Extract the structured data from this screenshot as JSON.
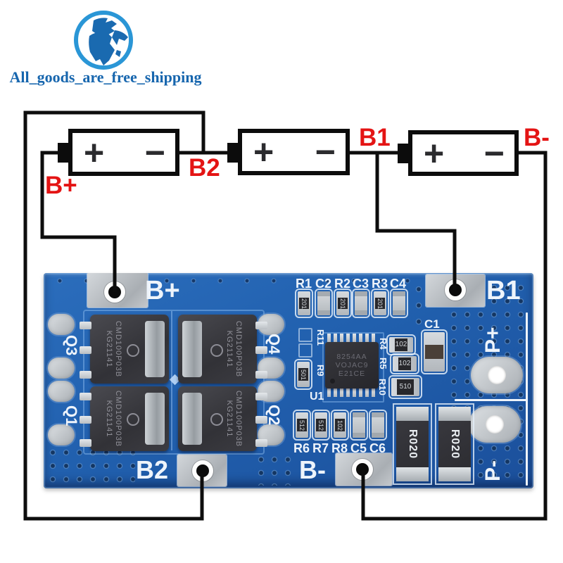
{
  "logo": {
    "icon": "globe-icon",
    "text": "All_goods_are_free_shipping",
    "text_color": "#1766ae",
    "globe_ring_color": "#2a96d6",
    "continent_color": "#1a6ab0"
  },
  "diagram": {
    "wire_color": "#0d0d0d",
    "label_color": "#e41414",
    "batteries": [
      {
        "name": "battery-1",
        "plus": "+",
        "minus": "−"
      },
      {
        "name": "battery-2",
        "plus": "+",
        "minus": "−"
      },
      {
        "name": "battery-3",
        "plus": "+",
        "minus": "−"
      }
    ],
    "node_labels": {
      "b_plus": "B+",
      "b2": "B2",
      "b1": "B1",
      "b_minus": "B-"
    }
  },
  "pcb": {
    "base_color": "#2160ae",
    "silkscreen_color": "#eef4fb",
    "pad_color": "#b9bec3",
    "pad_labels": {
      "b_plus": "B+",
      "b1": "B1",
      "b2": "B2",
      "b_minus": "B-",
      "p_plus": "P+",
      "p_minus": "P-"
    },
    "mosfets": [
      {
        "ref": "Q3",
        "part": "CMD100P03B",
        "lot": "KG21141",
        "logo": "mos"
      },
      {
        "ref": "Q4",
        "part": "CMD100P03B",
        "lot": "KG21141",
        "logo": "mos"
      },
      {
        "ref": "Q1",
        "part": "CMD100P03B",
        "lot": "KG21141",
        "logo": "mos"
      },
      {
        "ref": "Q2",
        "part": "CMD100P03B",
        "lot": "KG21141",
        "logo": "mos"
      }
    ],
    "ic": {
      "ref": "U1",
      "marking": [
        "8254AA",
        "VOJAC9",
        "E21CE"
      ]
    },
    "top_row": [
      {
        "ref": "R1",
        "marking": "201"
      },
      {
        "ref": "C2",
        "marking": ""
      },
      {
        "ref": "R2",
        "marking": "201"
      },
      {
        "ref": "C3",
        "marking": ""
      },
      {
        "ref": "R3",
        "marking": "201"
      },
      {
        "ref": "C4",
        "marking": ""
      }
    ],
    "bottom_row": [
      {
        "ref": "R6",
        "marking": "512"
      },
      {
        "ref": "R7",
        "marking": "512"
      },
      {
        "ref": "R8",
        "marking": "102"
      },
      {
        "ref": "C5",
        "marking": ""
      },
      {
        "ref": "C6",
        "marking": ""
      }
    ],
    "mid_components": [
      {
        "ref": "R11",
        "marking": ""
      },
      {
        "ref": "R9",
        "marking": "501"
      },
      {
        "ref": "C1",
        "marking": ""
      },
      {
        "ref": "R4",
        "marking": "102"
      },
      {
        "ref": "R5",
        "marking": "102"
      },
      {
        "ref": "R10",
        "marking": "510"
      }
    ],
    "shunt_resistors": [
      {
        "marking": "R020"
      },
      {
        "marking": "R020"
      }
    ]
  }
}
